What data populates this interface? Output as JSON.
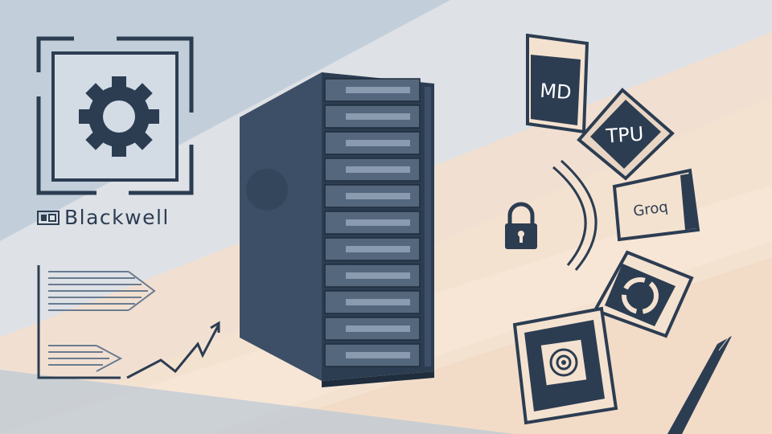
{
  "brand": {
    "name": "Blackwell",
    "mark_icon": "chip-logo-icon",
    "gear_icon": "gear-icon"
  },
  "chips": [
    {
      "label": "MD"
    },
    {
      "label": "TPU"
    },
    {
      "label": "Groq"
    }
  ],
  "icons": {
    "lock": "padlock-icon",
    "chip_swirl": "swirl-chip-icon",
    "chip_target": "target-chip-icon",
    "pen": "fountain-pen-icon",
    "server": "server-rack-icon",
    "trend": "trend-arrow-icon"
  },
  "colors": {
    "navy": "#2c3d52",
    "steel": "#4a5d74",
    "light_blue": "#b8c6d4",
    "peach": "#f4e2d0"
  }
}
